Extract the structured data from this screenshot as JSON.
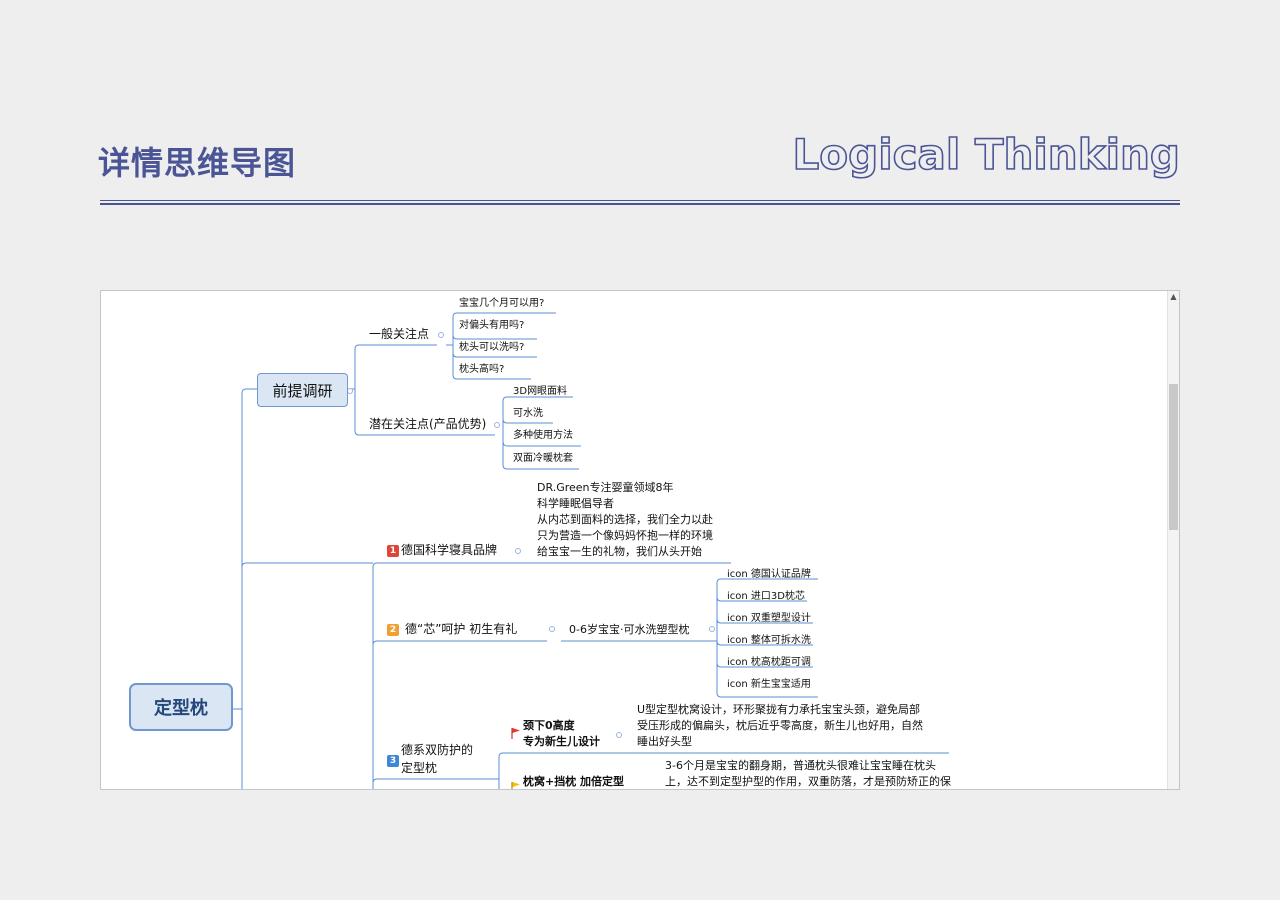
{
  "header": {
    "title": "详情思维导图",
    "subtitle": "Logical Thinking"
  },
  "mindmap": {
    "root": "定型枕",
    "premise": {
      "label": "前提调研",
      "general": {
        "label": "一般关注点",
        "items": [
          "宝宝几个月可以用?",
          "对偏头有用吗?",
          "枕头可以洗吗?",
          "枕头高吗?"
        ]
      },
      "potential": {
        "label": "潜在关注点(产品优势)",
        "items": [
          "3D网眼面料",
          "可水洗",
          "多种使用方法",
          "双面冷暖枕套"
        ]
      }
    },
    "section1": {
      "number": "1",
      "label": "德国科学寝具品牌",
      "lines": [
        "DR.Green专注婴童领域8年",
        "科学睡眠倡导者",
        "从内芯到面料的选择，我们全力以赴",
        "只为营造一个像妈妈怀抱一样的环境",
        "给宝宝一生的礼物，我们从头开始"
      ]
    },
    "section2": {
      "number": "2",
      "label": "德“芯”呵护 初生有礼",
      "child": "0-6岁宝宝·可水洗塑型枕",
      "items": [
        "icon 德国认证品牌",
        "icon 进口3D枕芯",
        "icon 双重塑型设计",
        "icon 整体可拆水洗",
        "icon 枕高枕距可调",
        "icon 新生宝宝适用"
      ]
    },
    "section3": {
      "number": "3",
      "label_line1": "德系双防护的",
      "label_line2": "定型枕",
      "item1": {
        "title_line1": "颈下0高度",
        "title_line2": "专为新生儿设计",
        "desc": [
          "U型定型枕窝设计，环形聚拢有力承托宝宝头颈，避免局部",
          "受压形成的偏扁头，枕后近乎零高度，新生儿也好用，自然",
          "睡出好头型"
        ]
      },
      "item2": {
        "title": "枕窝+挡枕  加倍定型",
        "desc": [
          "3-6个月是宝宝的翻身期，普通枕头很难让宝宝睡在枕头",
          "上，达不到定型护型的作用，双重防落，才是预防矫正的保"
        ]
      }
    }
  },
  "colors": {
    "accent": "#4b5596",
    "link": "#5b8fd6",
    "badge1": "#e0453a",
    "badge2": "#f0a030",
    "badge3": "#3f86d6"
  },
  "icons": [
    "collapse-dot-icon",
    "flag-icon",
    "scroll-up-icon"
  ]
}
